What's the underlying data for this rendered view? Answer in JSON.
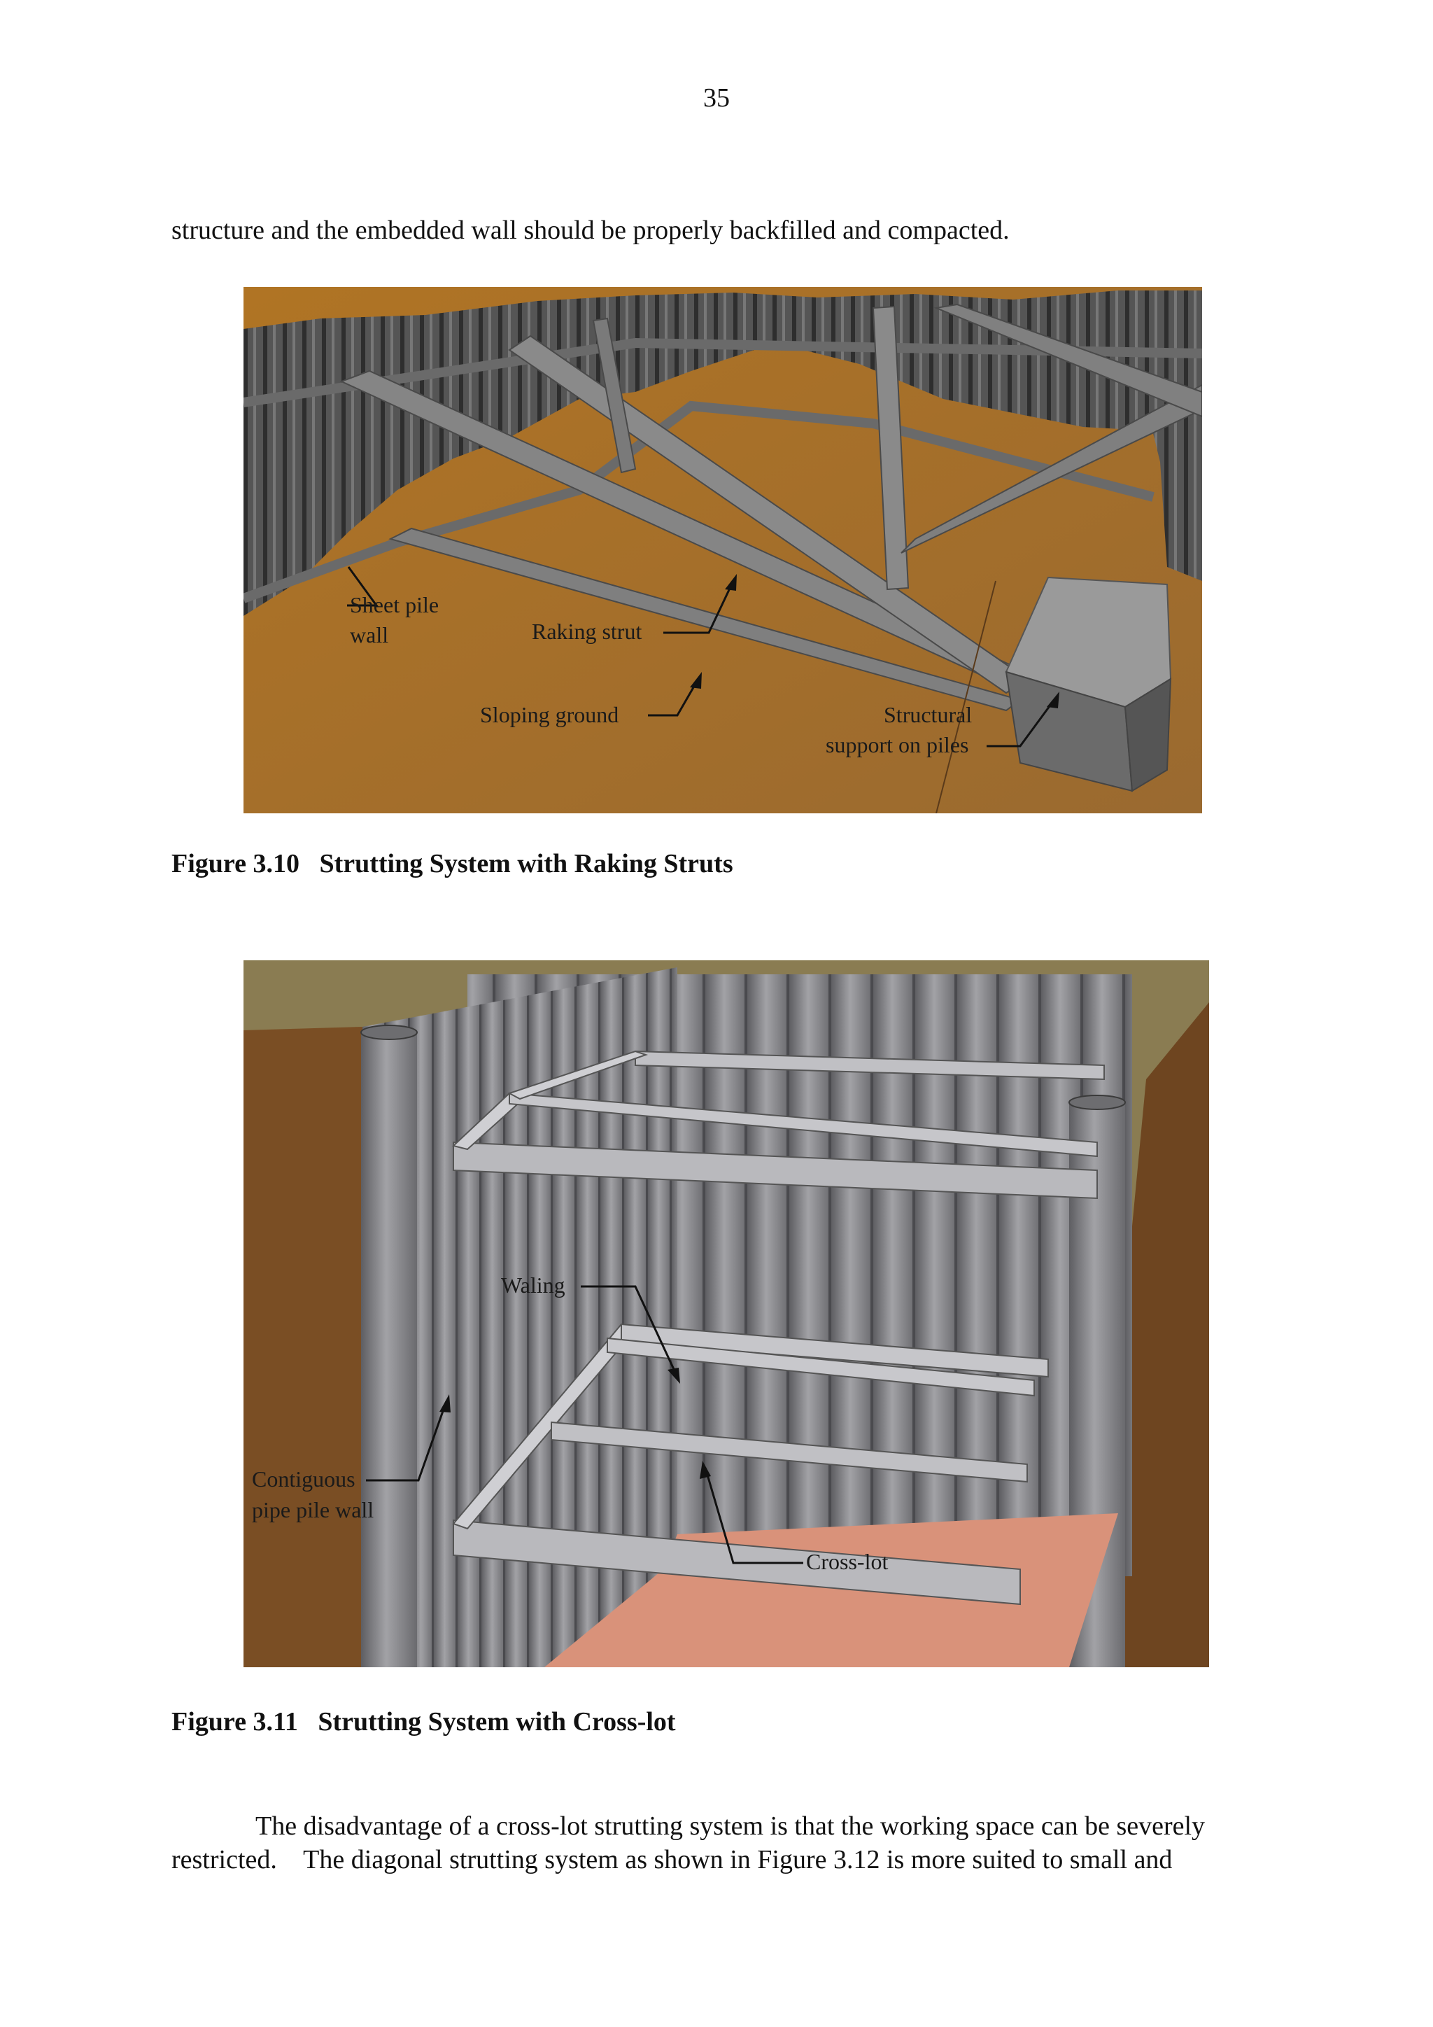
{
  "page": {
    "number": "35"
  },
  "paragraphs": {
    "continuation": "structure and the embedded wall should be properly backfilled and compacted.",
    "bottom_line1": "The disadvantage of a cross-lot strutting system is that the working space can be severely",
    "bottom_line2": "restricted.    The diagonal strutting system as shown in Figure 3.12 is more suited to small and"
  },
  "figures": [
    {
      "caption": "Figure 3.10   Strutting System with Raking Struts",
      "labels": {
        "sheet_pile_1": "Sheet pile",
        "sheet_pile_2": "wall",
        "raking_strut": "Raking strut",
        "sloping_ground": "Sloping ground",
        "structural_1": "Structural",
        "structural_2": "support on piles"
      }
    },
    {
      "caption": "Figure 3.11   Strutting System with Cross-lot",
      "labels": {
        "waling": "Waling",
        "contiguous_1": "Contiguous",
        "contiguous_2": "pipe pile wall",
        "cross_lot": "Cross-lot"
      }
    }
  ],
  "colors": {
    "soil": "#a56a25",
    "soil_light": "#c38a3a",
    "steel": "#808080",
    "wall_dark": "#4a4a4a",
    "pipe": "#8d8d90",
    "trench_floor": "#d9927a",
    "earth_side": "#7a4e24"
  }
}
